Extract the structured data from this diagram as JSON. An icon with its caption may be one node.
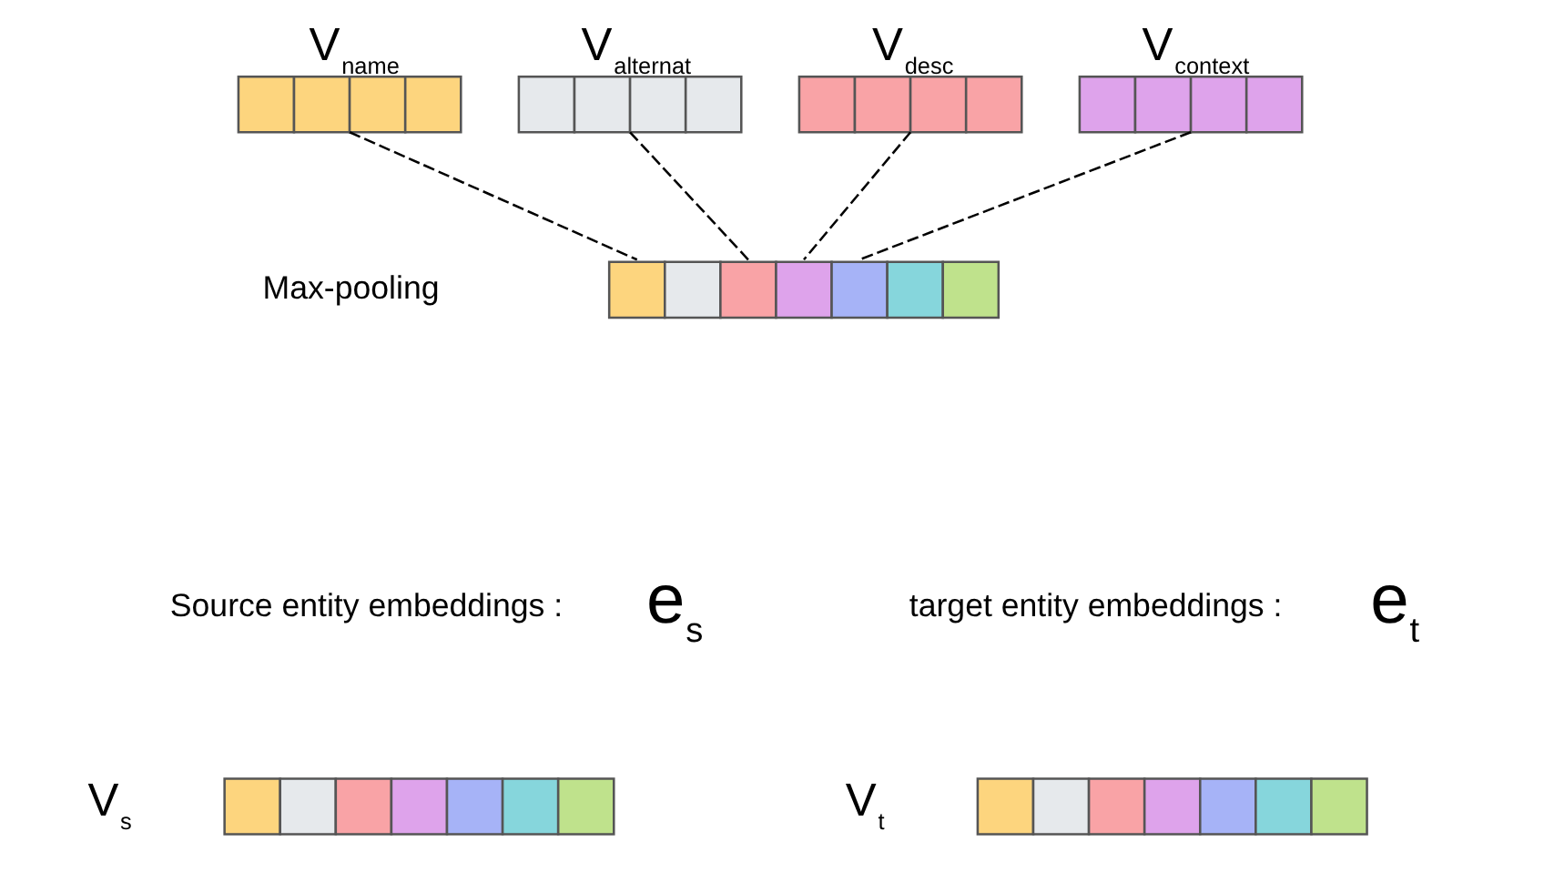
{
  "diagram": {
    "nodes": [
      {
        "text": [
          "V$_{name}$"
        ]
      },
      {
        "text": [
          "V$_{alternat}$"
        ]
      },
      {
        "text": [
          "V$_{desc}$"
        ]
      },
      {
        "text": [
          "V$_{context}$"
        ]
      },
      {
        "text": [],
        "shape": "bar"
      },
      {
        "text": [
          "V$_{s}$"
        ]
      },
      {
        "text": [
          "V$_{t}$"
        ]
      }
    ],
    "edges": [
      {
        "from": 0,
        "to": 4,
        "arrow": "none",
        "style": "dashed"
      },
      {
        "from": 1,
        "to": 4,
        "arrow": "none",
        "style": "dashed"
      },
      {
        "from": 2,
        "to": 4,
        "arrow": "none",
        "style": "dashed"
      },
      {
        "from": 3,
        "to": 4,
        "arrow": "none",
        "style": "dashed"
      }
    ],
    "labels": [
      "Max-pooling",
      "Source entity embeddings :",
      "e$_{s}$",
      "target entity embeddings :",
      "e$_{t}$"
    ]
  }
}
